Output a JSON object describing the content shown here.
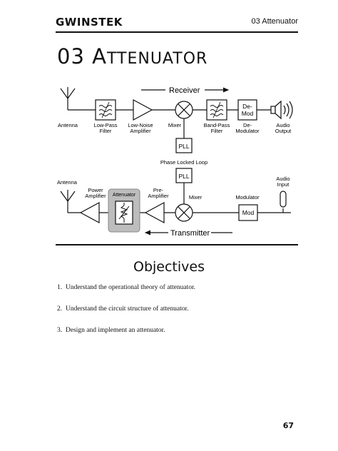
{
  "header": {
    "logo": "GWINSTEK",
    "section": "03 Attenuator"
  },
  "title": {
    "number": "03",
    "first_letter": "A",
    "rest": "TTENUATOR"
  },
  "diagram": {
    "receiver_label": "Receiver",
    "transmitter_label": "Transmitter",
    "top": {
      "antenna": "Antenna",
      "lpf_1": "Low-Pass",
      "lpf_2": "Filter",
      "lna_1": "Low-Noise",
      "lna_2": "Amplifier",
      "mixer": "Mixer",
      "bpf_1": "Band-Pass",
      "bpf_2": "Filter",
      "demod_box_1": "De-",
      "demod_box_2": "Mod",
      "demod_1": "De-",
      "demod_2": "Modulator",
      "audio_1": "Audio",
      "audio_2": "Output"
    },
    "pll_top": "PLL",
    "pll_caption": "Phase Locked Loop",
    "pll_bottom": "PLL",
    "bottom": {
      "antenna": "Antenna",
      "pa_1": "Power",
      "pa_2": "Amplifier",
      "attenuator": "Attenuator",
      "pre_1": "Pre-",
      "pre_2": "Amplifier",
      "mixer": "Mixer",
      "modulator": "Modulator",
      "mod_box": "Mod",
      "audio_1": "Audio",
      "audio_2": "Input"
    }
  },
  "objectives": {
    "heading": "Objectives",
    "items": [
      {
        "num": "1.",
        "text": "Understand the operational theory of attenuator."
      },
      {
        "num": "2.",
        "text": "Understand the circuit structure of attenuator."
      },
      {
        "num": "3.",
        "text": "Design and implement an attenuator."
      }
    ]
  },
  "page_number": "67"
}
